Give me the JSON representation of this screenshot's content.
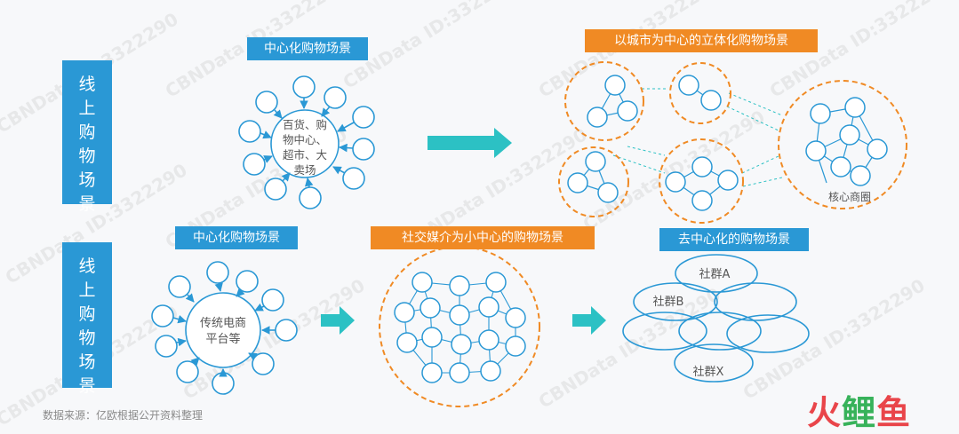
{
  "online_row_label_top": [
    "线",
    "上",
    "购",
    "物",
    "场",
    "景"
  ],
  "online_row_label_bottom": [
    "线",
    "上",
    "购",
    "物",
    "场",
    "景"
  ],
  "top_left": {
    "title": "中心化购物场景",
    "center_lines": [
      "百货、购",
      "物中心、",
      "超市、大",
      "卖场"
    ]
  },
  "top_right": {
    "title": "以城市为中心的立体化购物场景",
    "core_label": "核心商圈"
  },
  "bottom_left": {
    "title": "中心化购物场景",
    "center_lines": [
      "传统电商",
      "平台等"
    ]
  },
  "bottom_middle": {
    "title": "社交媒介为小中心的购物场景"
  },
  "bottom_right": {
    "title": "去中心化的购物场景",
    "groups": [
      "社群A",
      "社群B",
      "社群X"
    ]
  },
  "source": "数据来源：亿欧根据公开资料整理",
  "watermark": "CBNData ID:3322290",
  "logo_parts": [
    "火",
    "鲤",
    "鱼"
  ],
  "colors": {
    "blue": "#2a98d5",
    "orange": "#f08a24",
    "teal": "#2cc1c4"
  }
}
